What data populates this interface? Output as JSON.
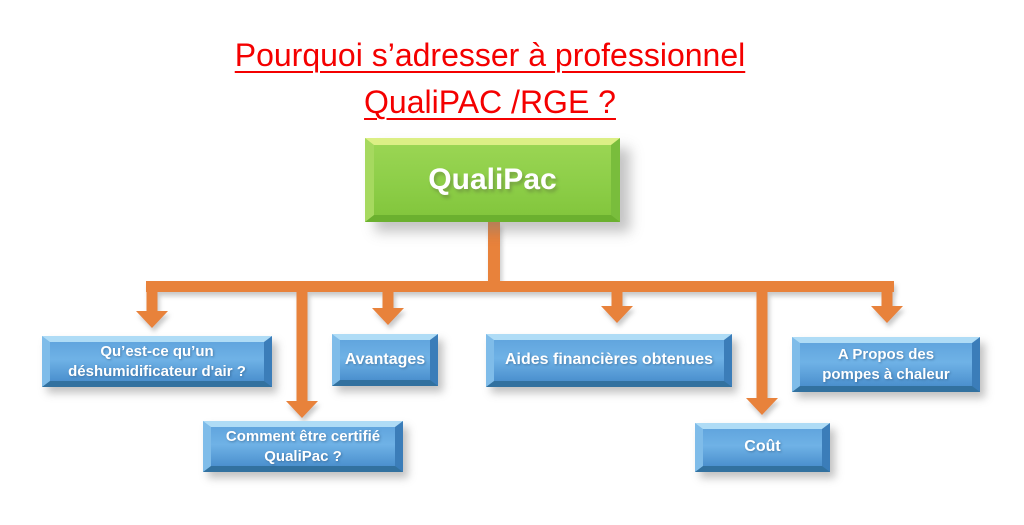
{
  "title": {
    "line1": "Pourquoi s’adresser à professionnel",
    "line2": "QualiPAC /RGE ?"
  },
  "root": {
    "label": "QualiPac"
  },
  "branches": [
    {
      "lines": [
        "Qu’est-ce qu’un",
        "déshumidificateur d'air ?"
      ]
    },
    {
      "lines": [
        "Comment être certifié",
        "QualiPac ?"
      ]
    },
    {
      "lines": [
        "Avantages"
      ]
    },
    {
      "lines": [
        "Aides financières obtenues"
      ]
    },
    {
      "lines": [
        "Coût"
      ]
    },
    {
      "lines": [
        "A Propos des",
        "pompes à chaleur"
      ]
    }
  ],
  "colors": {
    "title_red": "#f40000",
    "root_green": "#8dce48",
    "branch_blue": "#5b9bd5",
    "connector_orange": "#e8823b",
    "text_white": "#ffffff"
  }
}
